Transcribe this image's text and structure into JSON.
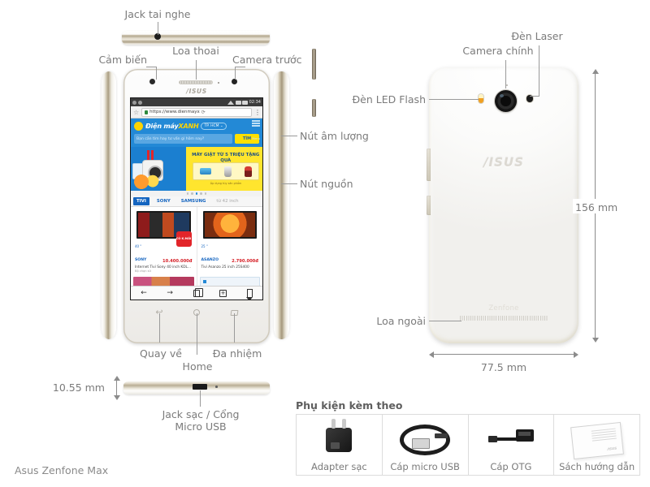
{
  "caption": "Asus Zenfone Max",
  "labels": {
    "headphone_jack": "Jack tai nghe",
    "sensor": "Cảm biến",
    "earpiece": "Loa thoai",
    "front_camera": "Camera trước",
    "volume_button": "Nút âm lượng",
    "power_button": "Nút nguồn",
    "back_key": "Quay về",
    "home_key": "Home",
    "recents_key": "Đa nhiệm",
    "charge_port": "Jack sạc / Cổng",
    "charge_port_line2": "Micro USB",
    "led_flash": "Đèn LED Flash",
    "main_camera": "Camera chính",
    "laser": "Đèn Laser",
    "loudspeaker": "Loa ngoài"
  },
  "dimensions": {
    "height": "156 mm",
    "width": "77.5 mm",
    "thickness": "10.55 mm"
  },
  "branding": {
    "asus_front": "/ISUS",
    "asus_back": "/ISUS",
    "zenfone": "Zenfone"
  },
  "screen": {
    "status_bar": {
      "time": "02:34"
    },
    "browser": {
      "url": "https://www.dienmayx",
      "star_icon": "☆",
      "reload_icon": "⟳",
      "menu_icon": "⋮"
    },
    "site": {
      "brand_prefix": "Điện máy",
      "brand_suffix": "XANH",
      "city": "TP. HCM ⌄",
      "menu_label": "Menu",
      "search_placeholder": "Bạn cần tìm hay tư vấn gì hôm nay?",
      "search_button": "TÌM",
      "banner_text": "MÁY GIẶT TỪ 5 TRIỆU TẶNG QUÀ",
      "banner_note": "Áp dụng tùy sản phẩm",
      "tabs": [
        "TIVI",
        "SONY",
        "SAMSUNG"
      ],
      "tabs_note": "từ 42 inch",
      "products": [
        {
          "brand": "SONY",
          "size": "40 \"",
          "price": "10.400.000đ",
          "name": "Internet Tivi Sony 40 inch KDL...",
          "sub": "Bộ chọn sử",
          "badge": "CÓ K.MÃI"
        },
        {
          "brand": "ASANZO",
          "size": "25 \"",
          "price": "2.790.000đ",
          "name": "Tivi Asanzo 25 inch 25S400",
          "sub": "",
          "badge": ""
        }
      ]
    },
    "browser_nav": {
      "back": "←",
      "forward": "→",
      "tabs_icon": "tabs-icon",
      "add_icon": "+",
      "bookmark_icon": "bookmark-icon"
    }
  },
  "accessories": {
    "title": "Phụ kiện kèm theo",
    "items": [
      {
        "name": "Adapter sạc",
        "icon": "charger-adapter-icon"
      },
      {
        "name": "Cáp micro USB",
        "icon": "micro-usb-cable-icon"
      },
      {
        "name": "Cáp OTG",
        "icon": "otg-cable-icon"
      },
      {
        "name": "Sách hướng dẫn",
        "icon": "manual-book-icon"
      }
    ]
  },
  "colors": {
    "label_text": "#7b7b7b",
    "leader_line": "#9a9a9a",
    "site_blue": "#2389d6",
    "site_yellow": "#ffe000",
    "price_red": "#d61f26"
  }
}
